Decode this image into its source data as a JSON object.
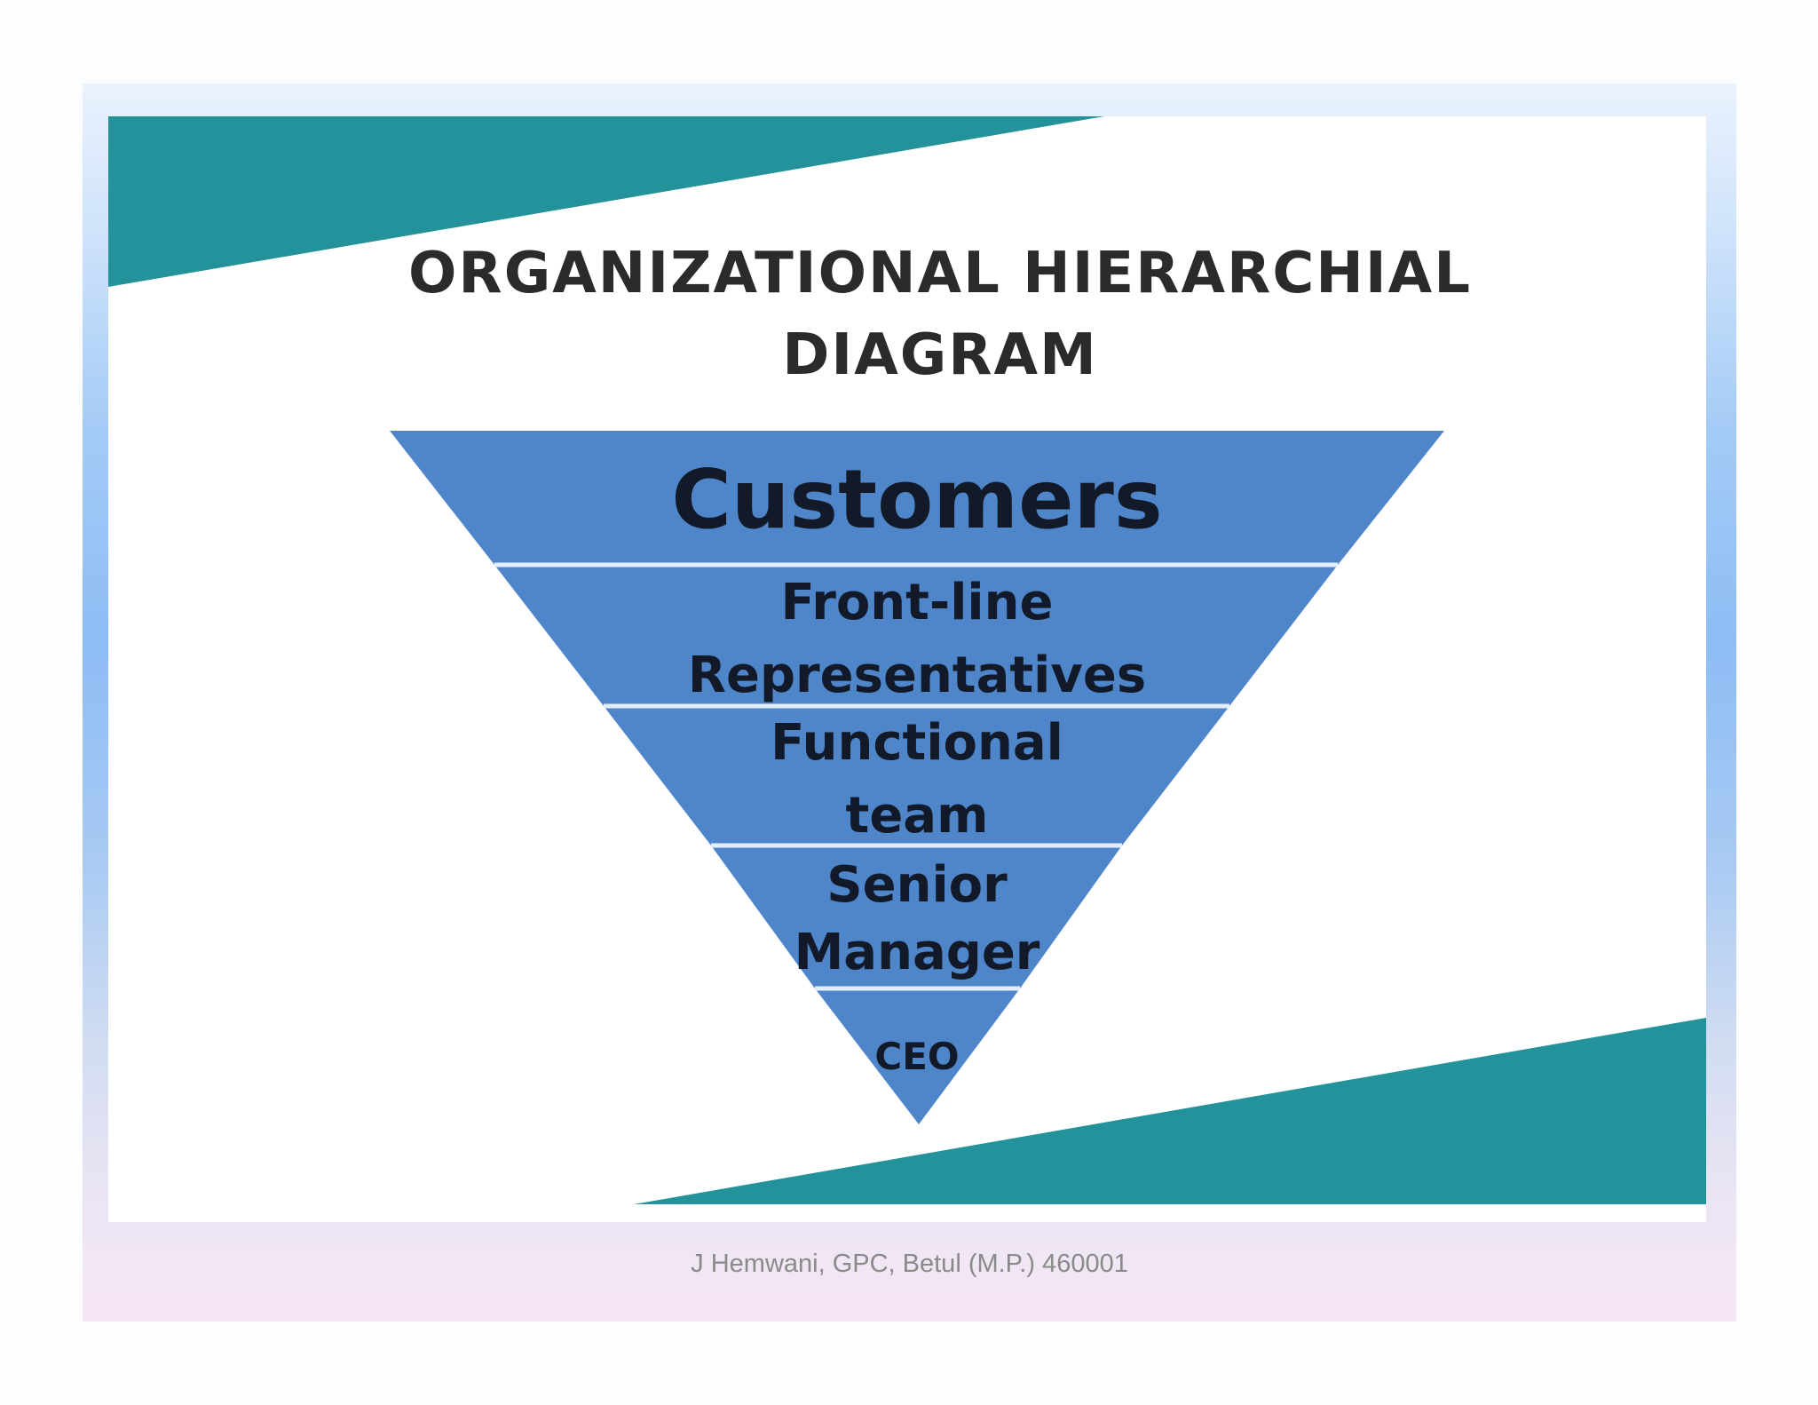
{
  "diagram": {
    "title_lines": [
      "ORGANIZATIONAL HIERARCHIAL",
      "DIAGRAM"
    ],
    "levels": [
      {
        "lines": [
          "Customers"
        ]
      },
      {
        "lines": [
          "Front-line",
          "Representatives"
        ]
      },
      {
        "lines": [
          "Functional",
          "team"
        ]
      },
      {
        "lines": [
          "Senior",
          "Manager"
        ]
      },
      {
        "lines": [
          "CEO"
        ]
      }
    ]
  },
  "footer": {
    "text": "J Hemwani, GPC, Betul (M.P.) 460001"
  },
  "colors": {
    "accent_teal": "#23929a",
    "pyramid_blue": "#4f86c9",
    "divider": "#e3eefb"
  }
}
